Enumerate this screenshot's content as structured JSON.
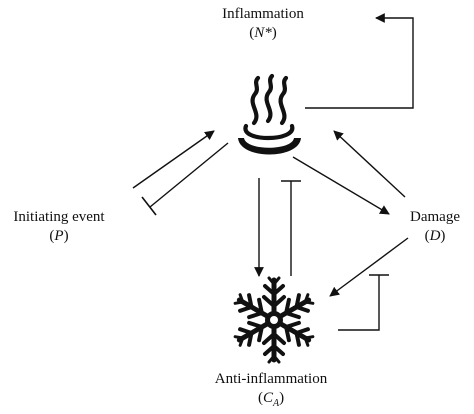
{
  "nodes": {
    "inflammation": {
      "label": "Inflammation",
      "symbol_open": "(",
      "symbol": "N*",
      "symbol_close": ")"
    },
    "initiating_event": {
      "label": "Initiating event",
      "symbol_open": "(",
      "symbol": "P",
      "symbol_close": ")"
    },
    "damage": {
      "label": "Damage",
      "symbol_open": "(",
      "symbol": "D",
      "symbol_close": ")"
    },
    "anti_inflammation": {
      "label": "Anti-inflammation",
      "symbol_open": "(",
      "symbol": "C",
      "symbol_sub": "A",
      "symbol_close": ")"
    }
  },
  "icons": {
    "inflammation": "hot-spring-flame-icon",
    "anti_inflammation": "snowflake-icon"
  },
  "edges": [
    {
      "from": "Initiating event",
      "to": "Inflammation",
      "type": "activation"
    },
    {
      "from": "Inflammation",
      "to": "Initiating event",
      "type": "inhibition"
    },
    {
      "from": "Inflammation",
      "to": "Inflammation",
      "type": "activation"
    },
    {
      "from": "Inflammation",
      "to": "Damage",
      "type": "activation"
    },
    {
      "from": "Damage",
      "to": "Inflammation",
      "type": "activation"
    },
    {
      "from": "Inflammation",
      "to": "Anti-inflammation",
      "type": "activation"
    },
    {
      "from": "Anti-inflammation",
      "to": "Inflammation",
      "type": "inhibition"
    },
    {
      "from": "Damage",
      "to": "Anti-inflammation",
      "type": "activation"
    },
    {
      "from": "Anti-inflammation",
      "to": "Damage",
      "type": "inhibition"
    }
  ],
  "colors": {
    "ink": "#111111",
    "background": "#ffffff"
  }
}
